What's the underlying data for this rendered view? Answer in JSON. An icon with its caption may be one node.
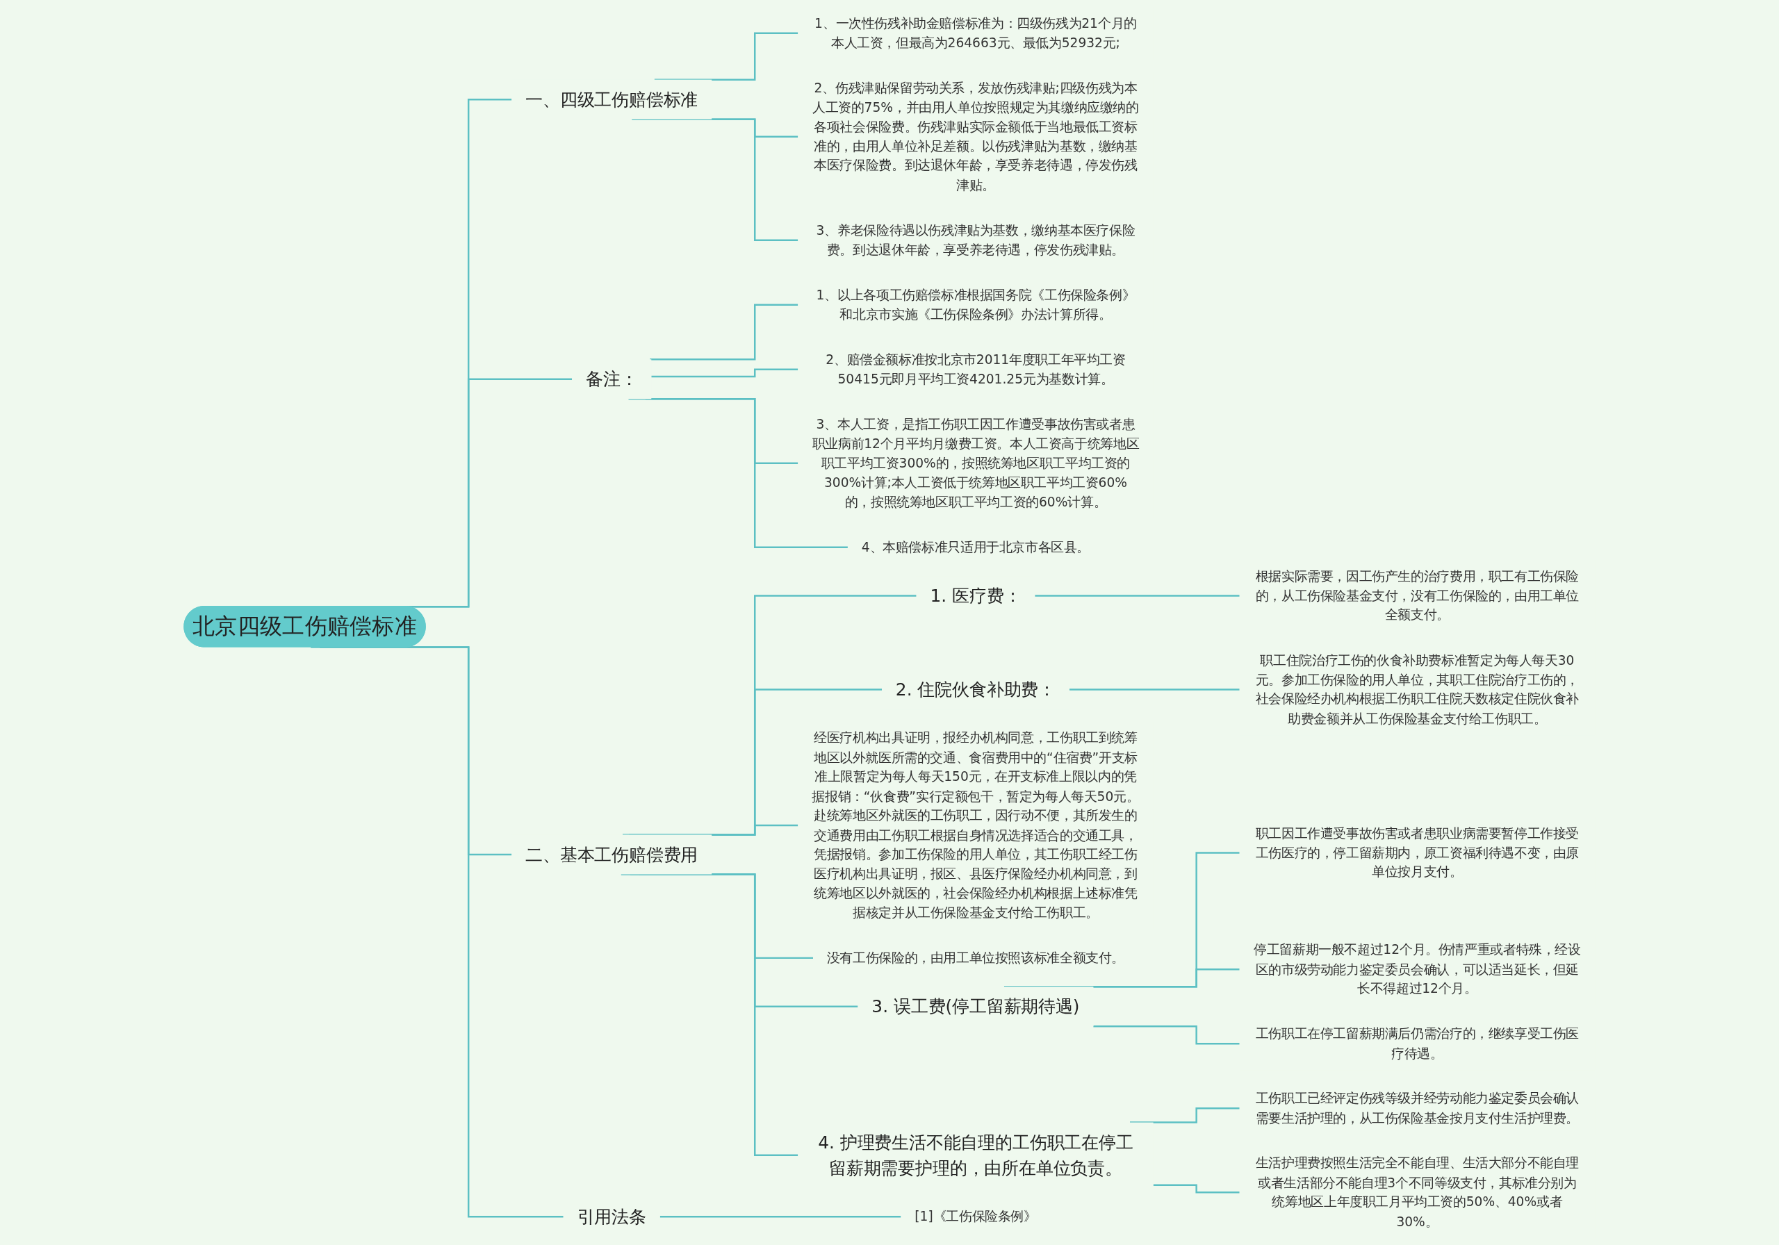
{
  "diagram": {
    "nodes": [
      {
        "text": [
          "北京四级工伤赔偿标准"
        ]
      },
      {
        "text": [
          "一、四级工伤赔偿标准"
        ]
      },
      {
        "text": [
          "1、一次性伤残补助金赔偿标准为：四级伤残为21个月的本人工资，但最高为264663元、最低为52932元;"
        ]
      },
      {
        "text": [
          "2、伤残津贴保留劳动关系，发放伤残津贴;四级伤残为本人工资的75%，并由用人单位按照规定为其缴纳应缴纳的各项社会保险费。伤残津贴实际金额低于当地最低工资标准的，由用人单位补足差额。以伤残津贴为基数，缴纳基本医疗保险费。到达退休年龄，享受养老待遇，停发伤残津贴。"
        ]
      },
      {
        "text": [
          "3、养老保险待遇以伤残津贴为基数，缴纳基本医疗保险费。到达退休年龄，享受养老待遇，停发伤残津贴。"
        ]
      },
      {
        "text": [
          "备注："
        ]
      },
      {
        "text": [
          "1、以上各项工伤赔偿标准根据国务院《工伤保险条例》和北京市实施《工伤保险条例》办法计算所得。"
        ]
      },
      {
        "text": [
          "2、赔偿金额标准按北京市2011年度职工年平均工资50415元即月平均工资4201.25元为基数计算。"
        ]
      },
      {
        "text": [
          "3、本人工资，是指工伤职工因工作遭受事故伤害或者患职业病前12个月平均月缴费工资。本人工资高于统筹地区职工平均工资300%的，按照统筹地区职工平均工资的300%计算;本人工资低于统筹地区职工平均工资60%的，按照统筹地区职工平均工资的60%计算。"
        ]
      },
      {
        "text": [
          "4、本赔偿标准只适用于北京市各区县。"
        ]
      },
      {
        "text": [
          "二、基本工伤赔偿费用"
        ]
      },
      {
        "text": [
          "1. 医疗费："
        ]
      },
      {
        "text": [
          "根据实际需要，因工伤产生的治疗费用，职工有工伤保险的，从工伤保险基金支付，没有工伤保险的，由用工单位全额支付。"
        ]
      },
      {
        "text": [
          "2. 住院伙食补助费："
        ]
      },
      {
        "text": [
          "职工住院治疗工伤的伙食补助费标准暂定为每人每天30元。参加工伤保险的用人单位，其职工住院治疗工伤的，社会保险经办机构根据工伤职工住院天数核定住院伙食补助费金额并从工伤保险基金支付给工伤职工。"
        ]
      },
      {
        "text": [
          "经医疗机构出具证明，报经办机构同意，工伤职工到统筹地区以外就医所需的交通、食宿费用中的“住宿费”开支标准上限暂定为每人每天150元，在开支标准上限以内的凭据报销：“伙食费”实行定额包干，暂定为每人每天50元。赴统筹地区外就医的工伤职工，因行动不便，其所发生的交通费用由工伤职工根据自身情况选择适合的交通工具，凭据报销。参加工伤保险的用人单位，其工伤职工经工伤医疗机构出具证明，报区、县医疗保险经办机构同意，到统筹地区以外就医的，社会保险经办机构根据上述标准凭据核定并从工伤保险基金支付给工伤职工。"
        ]
      },
      {
        "text": [
          "没有工伤保险的，由用工单位按照该标准全额支付。"
        ]
      },
      {
        "text": [
          "3. 误工费(停工留薪期待遇)"
        ]
      },
      {
        "text": [
          "职工因工作遭受事故伤害或者患职业病需要暂停工作接受工伤医疗的，停工留薪期内，原工资福利待遇不变，由原单位按月支付。"
        ]
      },
      {
        "text": [
          "停工留薪期一般不超过12个月。伤情严重或者特殊，经设区的市级劳动能力鉴定委员会确认，可以适当延长，但延长不得超过12个月。"
        ]
      },
      {
        "text": [
          "工伤职工在停工留薪期满后仍需治疗的，继续享受工伤医疗待遇。"
        ]
      },
      {
        "text": [
          "4. 护理费生活不能自理的工伤职工在停工留薪期需要护理的，由所在单位负责。"
        ]
      },
      {
        "text": [
          "工伤职工已经评定伤残等级并经劳动能力鉴定委员会确认需要生活护理的，从工伤保险基金按月支付生活护理费。"
        ]
      },
      {
        "text": [
          "生活护理费按照生活完全不能自理、生活大部分不能自理或者生活部分不能自理3个不同等级支付，其标准分别为统筹地区上年度职工月平均工资的50%、40%或者30%。"
        ]
      },
      {
        "text": [
          "引用法条"
        ]
      },
      {
        "text": [
          "[1]《工伤保险条例》"
        ]
      }
    ],
    "edges": [
      {
        "from": 0,
        "to": 1,
        "arrow": "none"
      },
      {
        "from": 1,
        "to": 2,
        "arrow": "none"
      },
      {
        "from": 1,
        "to": 3,
        "arrow": "none"
      },
      {
        "from": 1,
        "to": 4,
        "arrow": "none"
      },
      {
        "from": 0,
        "to": 5,
        "arrow": "none"
      },
      {
        "from": 5,
        "to": 6,
        "arrow": "none"
      },
      {
        "from": 5,
        "to": 7,
        "arrow": "none"
      },
      {
        "from": 5,
        "to": 8,
        "arrow": "none"
      },
      {
        "from": 5,
        "to": 9,
        "arrow": "none"
      },
      {
        "from": 0,
        "to": 10,
        "arrow": "none"
      },
      {
        "from": 10,
        "to": 11,
        "arrow": "none"
      },
      {
        "from": 11,
        "to": 12,
        "arrow": "none"
      },
      {
        "from": 10,
        "to": 13,
        "arrow": "none"
      },
      {
        "from": 13,
        "to": 14,
        "arrow": "none"
      },
      {
        "from": 10,
        "to": 15,
        "arrow": "none"
      },
      {
        "from": 10,
        "to": 16,
        "arrow": "none"
      },
      {
        "from": 10,
        "to": 17,
        "arrow": "none"
      },
      {
        "from": 17,
        "to": 18,
        "arrow": "none"
      },
      {
        "from": 17,
        "to": 19,
        "arrow": "none"
      },
      {
        "from": 17,
        "to": 20,
        "arrow": "none"
      },
      {
        "from": 10,
        "to": 21,
        "arrow": "none"
      },
      {
        "from": 21,
        "to": 22,
        "arrow": "none"
      },
      {
        "from": 21,
        "to": 23,
        "arrow": "none"
      },
      {
        "from": 0,
        "to": 24,
        "arrow": "none"
      },
      {
        "from": 24,
        "to": 25,
        "arrow": "none"
      }
    ]
  }
}
